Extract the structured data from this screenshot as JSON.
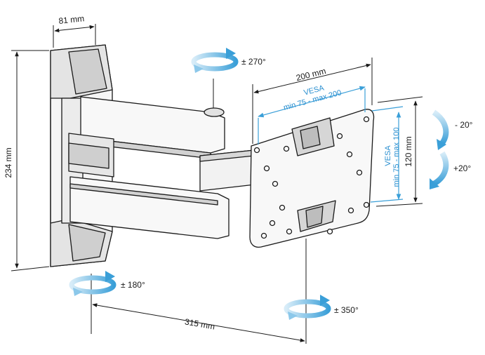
{
  "dimensions": {
    "depth_top": "81 mm",
    "height": "234 mm",
    "width_plate": "200 mm",
    "height_plate": "120 mm",
    "extension": "315 mm"
  },
  "vesa": {
    "horizontal_title": "VESA",
    "horizontal_range": "min 75 - max 200",
    "vertical_title": "VESA",
    "vertical_range": "min 75 - max 100"
  },
  "rotations": {
    "top_swivel": "± 270°",
    "tilt_up": "- 20°",
    "tilt_down": "+20°",
    "wall_swivel": "± 180°",
    "plate_swivel": "± 350°"
  },
  "colors": {
    "accent": "#3a9fd8",
    "arrow_light": "#bfe0f3",
    "line": "#1a1a1a",
    "part_fill": "#f4f4f4",
    "part_shade": "#d2d2d2"
  }
}
